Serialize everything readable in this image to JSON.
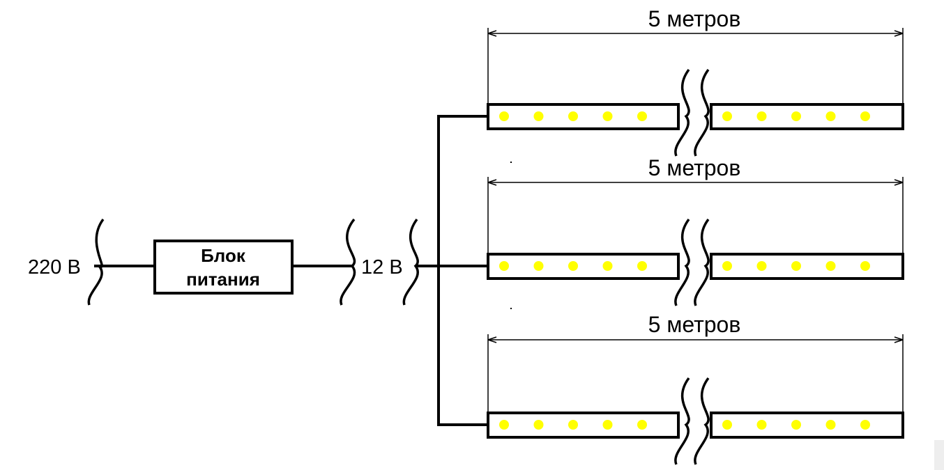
{
  "input_voltage": "220 В",
  "output_voltage": "12 В",
  "power_supply": {
    "line1": "Блок",
    "line2": "питания"
  },
  "strips": [
    {
      "length_label": "5 метров",
      "leds_per_segment": 5
    },
    {
      "length_label": "5 метров",
      "leds_per_segment": 5
    },
    {
      "length_label": "5 метров",
      "leds_per_segment": 5
    }
  ],
  "colors": {
    "wire": "#000000",
    "led": "#ffff00",
    "strip_fill": "#ffffff"
  }
}
